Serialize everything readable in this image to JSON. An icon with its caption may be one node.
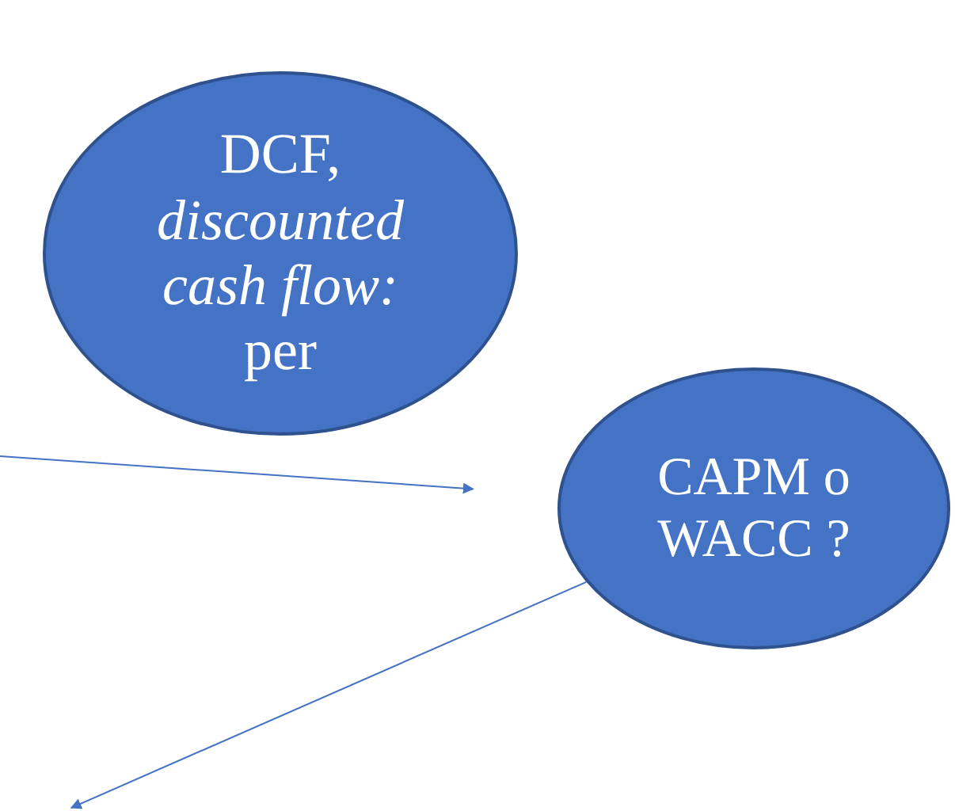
{
  "diagram": {
    "nodes": [
      {
        "text": [
          "DCF, *discounted cash flow:* per"
        ]
      },
      {
        "text": [
          "CAPM o WACC ?"
        ]
      }
    ],
    "edges": [
      {
        "from": null,
        "to": 1,
        "arrow": "to"
      },
      {
        "from": 1,
        "to": null,
        "arrow": "to"
      }
    ]
  }
}
